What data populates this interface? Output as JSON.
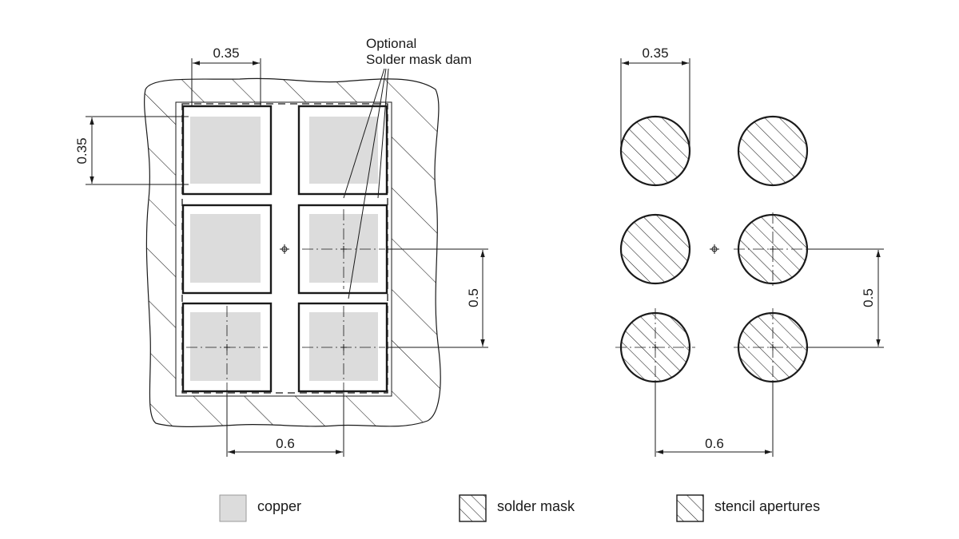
{
  "left_view": {
    "dim_pad_width": "0.35",
    "dim_pad_height": "0.35",
    "dim_pitch_vertical": "0.5",
    "dim_pitch_horizontal": "0.6",
    "callout_line1": "Optional",
    "callout_line2": "Solder mask dam"
  },
  "right_view": {
    "dim_aperture_diameter": "0.35",
    "dim_pitch_vertical": "0.5",
    "dim_pitch_horizontal": "0.6"
  },
  "legend": {
    "copper": "copper",
    "solder_mask": "solder mask",
    "stencil_apertures": "stencil apertures"
  },
  "colors": {
    "copper": "#dcdcdc",
    "line": "#1a1a1a",
    "background": "#ffffff"
  }
}
